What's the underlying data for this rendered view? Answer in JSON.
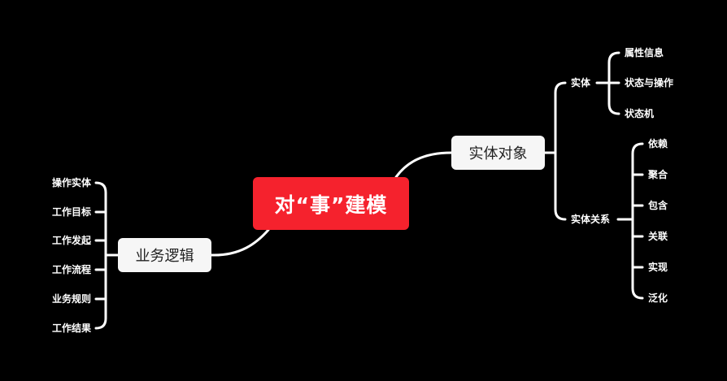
{
  "root": {
    "label": "对“事”建模",
    "color": "#f5222d"
  },
  "line_color": "#ffffff",
  "left_branch": {
    "label": "业务逻辑",
    "children": [
      "操作实体",
      "工作目标",
      "工作发起",
      "工作流程",
      "业务规则",
      "工作结果"
    ]
  },
  "right_branch": {
    "label": "实体对象",
    "children": [
      {
        "label": "实体",
        "children": [
          "属性信息",
          "状态与操作",
          "状态机"
        ]
      },
      {
        "label": "实体关系",
        "children": [
          "依赖",
          "聚合",
          "包含",
          "关联",
          "实现",
          "泛化"
        ]
      }
    ]
  }
}
